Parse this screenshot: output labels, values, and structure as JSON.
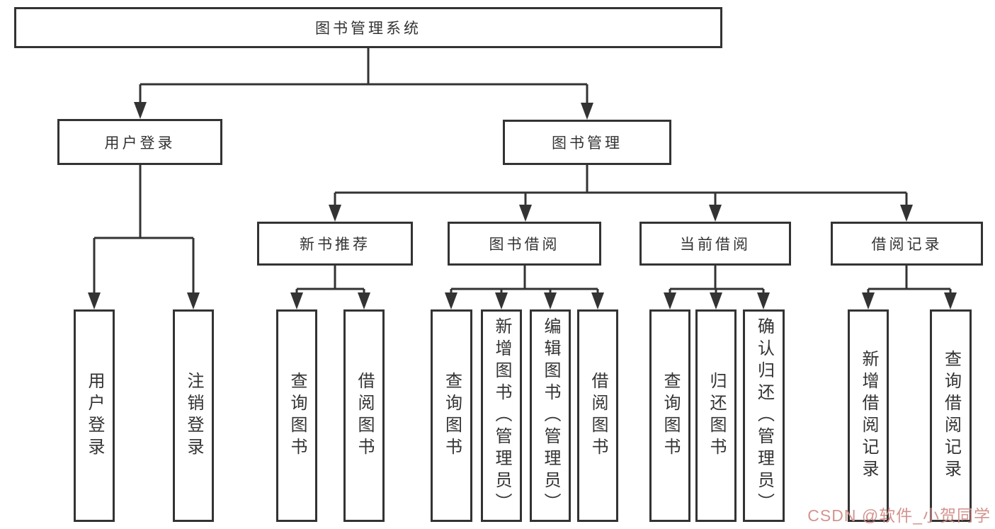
{
  "diagram": {
    "root": "图书管理系统",
    "level2": {
      "user_login": "用户登录",
      "book_mgmt": "图书管理"
    },
    "level3": {
      "new_rec": "新书推荐",
      "borrow": "图书借阅",
      "current": "当前借阅",
      "records": "借阅记录"
    },
    "leaves": {
      "user_login": [
        "用户登录",
        "注销登录"
      ],
      "new_rec": [
        "查询图书",
        "借阅图书"
      ],
      "borrow": [
        "查询图书",
        "新增图书（管理员）",
        "编辑图书（管理员）",
        "借阅图书"
      ],
      "current": [
        "查询图书",
        "归还图书",
        "确认归还（管理员）"
      ],
      "records": [
        "新增借阅记录",
        "查询借阅记录"
      ]
    },
    "watermark": "CSDN @软件_小贺同学",
    "colors": {
      "line": "#333333",
      "box_border": "#333333",
      "box_fill": "#ffffff",
      "watermark": "#d18f8a"
    }
  }
}
